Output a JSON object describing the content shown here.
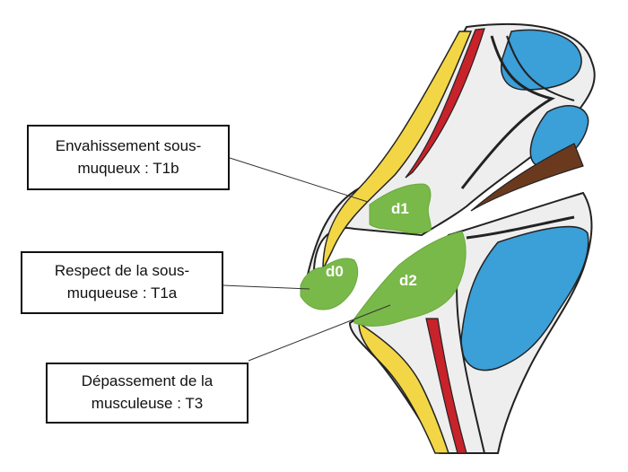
{
  "labels": {
    "t1b": {
      "line1": "Envahissement sous-",
      "line2": "muqueux : T1b"
    },
    "t1a": {
      "line1": "Respect de la sous-",
      "line2": "muqueuse : T1a"
    },
    "t3": {
      "line1": "Dépassement de la",
      "line2": "musculeuse : T3"
    }
  },
  "zones": {
    "d0": "d0",
    "d1": "d1",
    "d2": "d2"
  },
  "colors": {
    "tumor": "#79b94a",
    "fat": "#f2d645",
    "muscle": "#c8222a",
    "serosa_blue": "#3b9fd8",
    "lumen": "#6b3a1e",
    "wall_grey": "#d9d9d9",
    "outline": "#222222"
  }
}
